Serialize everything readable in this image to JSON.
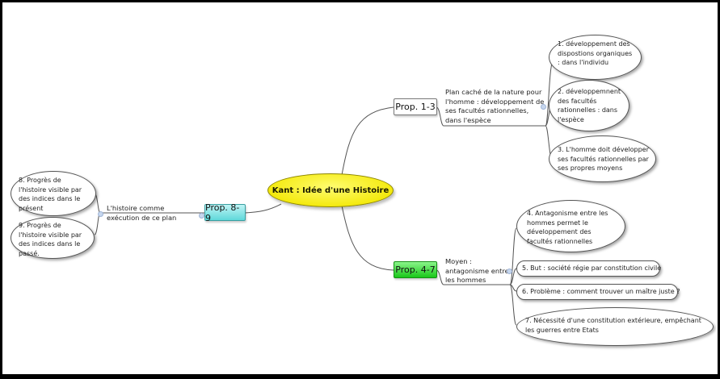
{
  "root": {
    "label": "Kant : Idée d'une Histoire"
  },
  "topics": {
    "prop_1_3": {
      "label": "Prop. 1-3",
      "summary": "Plan caché de la nature pour l'homme : développement de ses facultés rationnelles, dans l'espèce",
      "notes": [
        "1. développement des dispostions organiques : dans l'individu",
        "2. développemnent des facultés rationnelles : dans l'espèce",
        "3. L'homme doit développer ses facultés rationnelles par ses propres moyens"
      ]
    },
    "prop_4_7": {
      "label": "Prop. 4-7",
      "summary": "Moyen : antagonisme entre les hommes",
      "notes": [
        "4. Antagonisme entre les hommes permet le développement des facultés rationnelles",
        "5. But : société régie par constitution civile",
        "6. Problème : comment trouver un maître juste ?",
        "7. Nécessité d'une constitution extérieure, empêchant les guerres entre Etats"
      ]
    },
    "prop_8_9": {
      "label": "Prop. 8-9",
      "summary": "L'histoire comme exécution de ce plan",
      "notes": [
        "8. Progrès de l'histoire visible par des indices dans le présent",
        "9. Progrès de l'histoire visible par des indices dans le passé."
      ]
    }
  }
}
